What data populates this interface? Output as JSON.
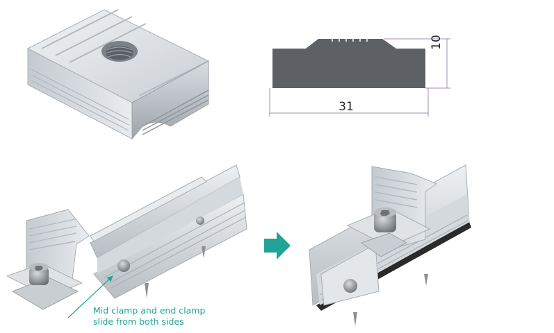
{
  "dimensions": {
    "width_label": "31",
    "height_label": "10"
  },
  "caption": {
    "line1": "Mid clamp and end clamp",
    "line2": "slide from both sides"
  },
  "colors": {
    "aluminium_light": "#e6e9ec",
    "aluminium_mid": "#c3c8cd",
    "aluminium_dark": "#8f969c",
    "profile_fill": "#5d6166",
    "dimension_line": "#a08cb4",
    "accent_teal": "#21a39a",
    "screw_head": "#9a9fa3",
    "base_black": "#2a2a2a"
  },
  "icons": [
    "right-arrow-icon",
    "pointer-arrow-icon"
  ]
}
